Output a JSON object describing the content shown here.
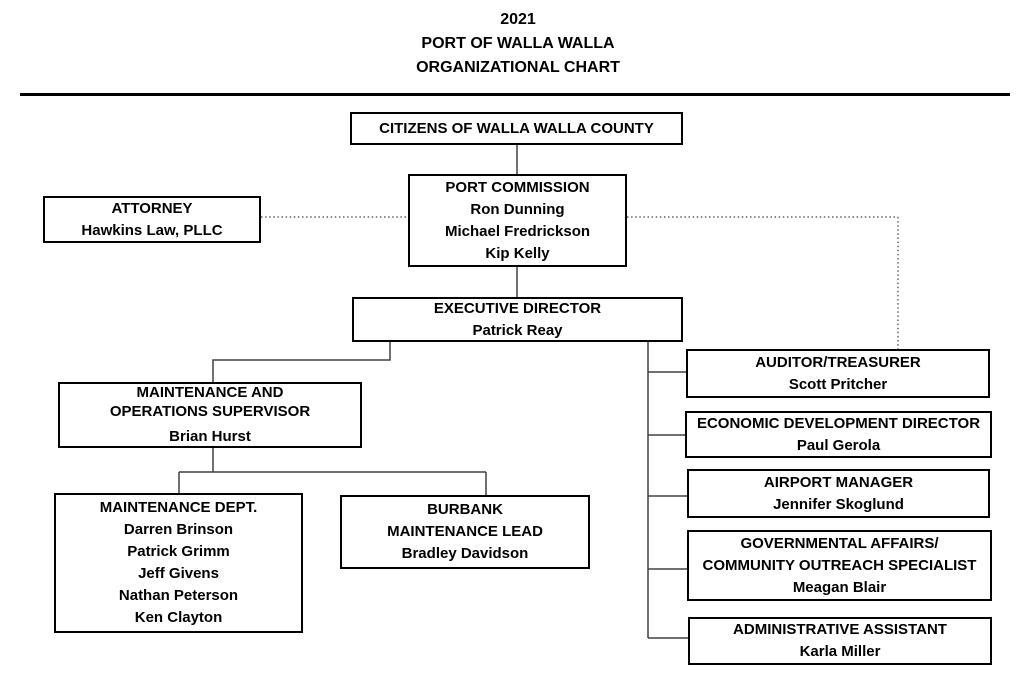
{
  "title": {
    "line1": "2021",
    "line2": "PORT OF WALLA WALLA",
    "line3": "ORGANIZATIONAL CHART"
  },
  "colors": {
    "bg": "#ffffff",
    "text": "#000000",
    "box_border": "#000000",
    "line": "#404040",
    "divider": "#000000"
  },
  "boxes": {
    "citizens": {
      "title_lines": [
        "CITIZENS OF WALLA WALLA COUNTY"
      ],
      "names": []
    },
    "port_commission": {
      "title_lines": [
        "PORT COMMISSION"
      ],
      "names": [
        "Ron Dunning",
        "Michael Fredrickson",
        "Kip Kelly"
      ]
    },
    "attorney": {
      "title_lines": [
        "ATTORNEY"
      ],
      "names": [
        "Hawkins Law, PLLC"
      ]
    },
    "executive_director": {
      "title_lines": [
        "EXECUTIVE DIRECTOR"
      ],
      "names": [
        "Patrick Reay"
      ]
    },
    "maintenance_supervisor": {
      "title_lines": [
        "MAINTENANCE AND",
        "OPERATIONS SUPERVISOR"
      ],
      "names": [
        "Brian Hurst"
      ]
    },
    "maintenance_dept": {
      "title_lines": [
        "MAINTENANCE DEPT."
      ],
      "names": [
        "Darren Brinson",
        "Patrick Grimm",
        "Jeff Givens",
        "Nathan Peterson",
        "Ken Clayton"
      ]
    },
    "burbank_maintenance_lead": {
      "title_lines": [
        "BURBANK",
        "MAINTENANCE LEAD"
      ],
      "names": [
        "Bradley Davidson"
      ]
    },
    "auditor_treasurer": {
      "title_lines": [
        "AUDITOR/TREASURER"
      ],
      "names": [
        "Scott Pritcher"
      ]
    },
    "economic_development_director": {
      "title_lines": [
        "ECONOMIC DEVELOPMENT DIRECTOR"
      ],
      "names": [
        "Paul Gerola"
      ]
    },
    "airport_manager": {
      "title_lines": [
        "AIRPORT MANAGER"
      ],
      "names": [
        "Jennifer Skoglund"
      ]
    },
    "governmental_affairs": {
      "title_lines": [
        "GOVERNMENTAL AFFAIRS/",
        "COMMUNITY OUTREACH SPECIALIST"
      ],
      "names": [
        "Meagan Blair"
      ]
    },
    "administrative_assistant": {
      "title_lines": [
        "ADMINISTRATIVE ASSISTANT"
      ],
      "names": [
        "Karla Miller"
      ]
    }
  }
}
